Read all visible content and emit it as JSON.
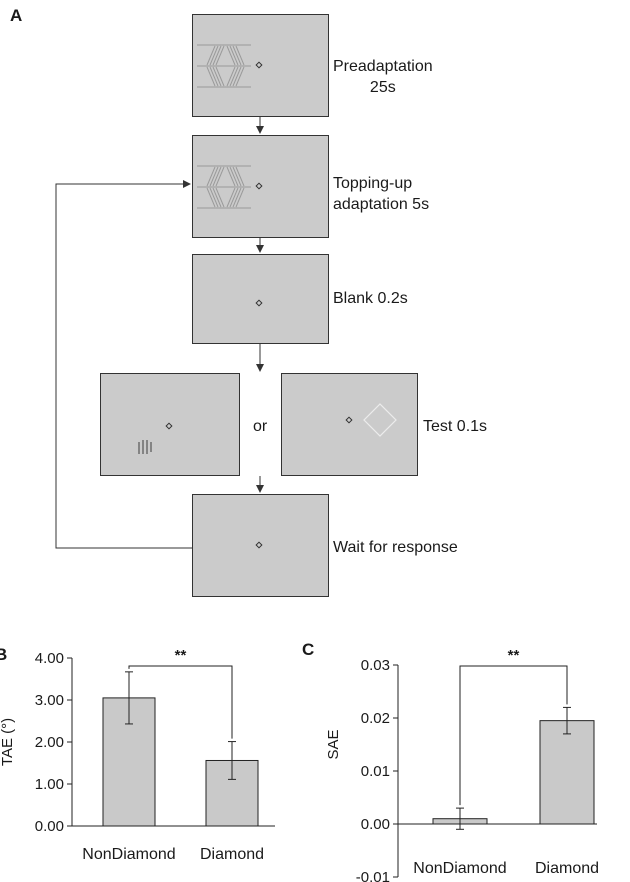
{
  "panels": {
    "a": "A",
    "b": "B",
    "c": "C"
  },
  "flow": {
    "steps": [
      {
        "label": "Preadaptation\n25s"
      },
      {
        "label": "Topping-up\nadaptation 5s"
      },
      {
        "label": "Blank 0.2s"
      },
      {
        "label": "Test 0.1s",
        "or_label": "or"
      },
      {
        "label": "Wait for response"
      }
    ]
  },
  "chart_data": [
    {
      "panel": "B",
      "type": "bar",
      "categories": [
        "NonDiamond",
        "Diamond"
      ],
      "values": [
        3.05,
        1.56
      ],
      "errors": [
        0.62,
        0.45
      ],
      "ylabel": "TAE (°)",
      "ylim": [
        0,
        4
      ],
      "yticks": [
        "0.00",
        "1.00",
        "2.00",
        "3.00",
        "4.00"
      ],
      "significance": "**"
    },
    {
      "panel": "C",
      "type": "bar",
      "categories": [
        "NonDiamond",
        "Diamond"
      ],
      "values": [
        0.001,
        0.0195
      ],
      "errors": [
        0.002,
        0.0025
      ],
      "ylabel": "SAE",
      "ylim": [
        -0.01,
        0.03
      ],
      "yticks": [
        "-0.01",
        "0.00",
        "0.01",
        "0.02",
        "0.03"
      ],
      "significance": "**"
    }
  ]
}
